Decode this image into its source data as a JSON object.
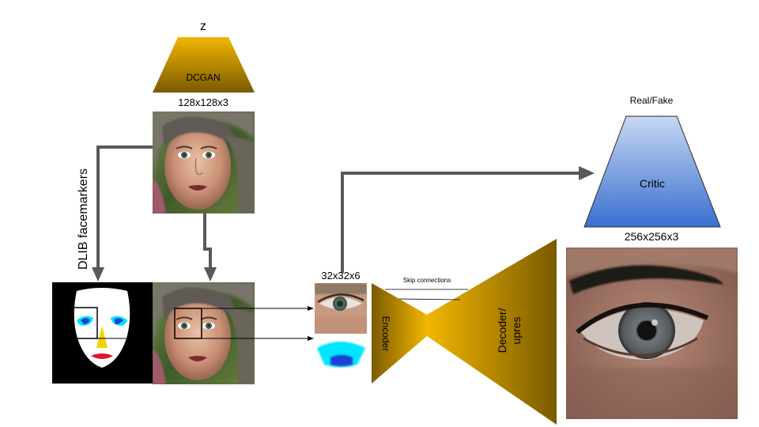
{
  "labels": {
    "z": "z",
    "dcgan": "DCGAN",
    "gen_size": "128x128x3",
    "dlib": "DLIB facemarkers",
    "patch_size": "32x32x6",
    "skip": "Skip connections",
    "encoder": "Encoder",
    "decoder_line1": "Decoder/",
    "decoder_line2": "upres",
    "real_fake": "Real/Fake",
    "critic": "Critic",
    "out_size": "256x256x3"
  },
  "colors": {
    "gold_light": "#f2b600",
    "gold_dark": "#7a5a00",
    "critic_light": "#3a6fd0",
    "critic_dark": "#c7d7f2",
    "arrow": "#595959",
    "mask_face": "#ffffff",
    "mask_eye_cyan": "#00e5ff",
    "mask_eye_blue": "#1a3fd6",
    "mask_nose": "#f2d300",
    "mask_lips": "#e0142b"
  },
  "images": [
    "generated-face-photo",
    "dlib-landmark-mask",
    "face-photo-with-crop-box",
    "eye-patch-crop",
    "eye-mask-patch",
    "upscaled-eye-output"
  ]
}
